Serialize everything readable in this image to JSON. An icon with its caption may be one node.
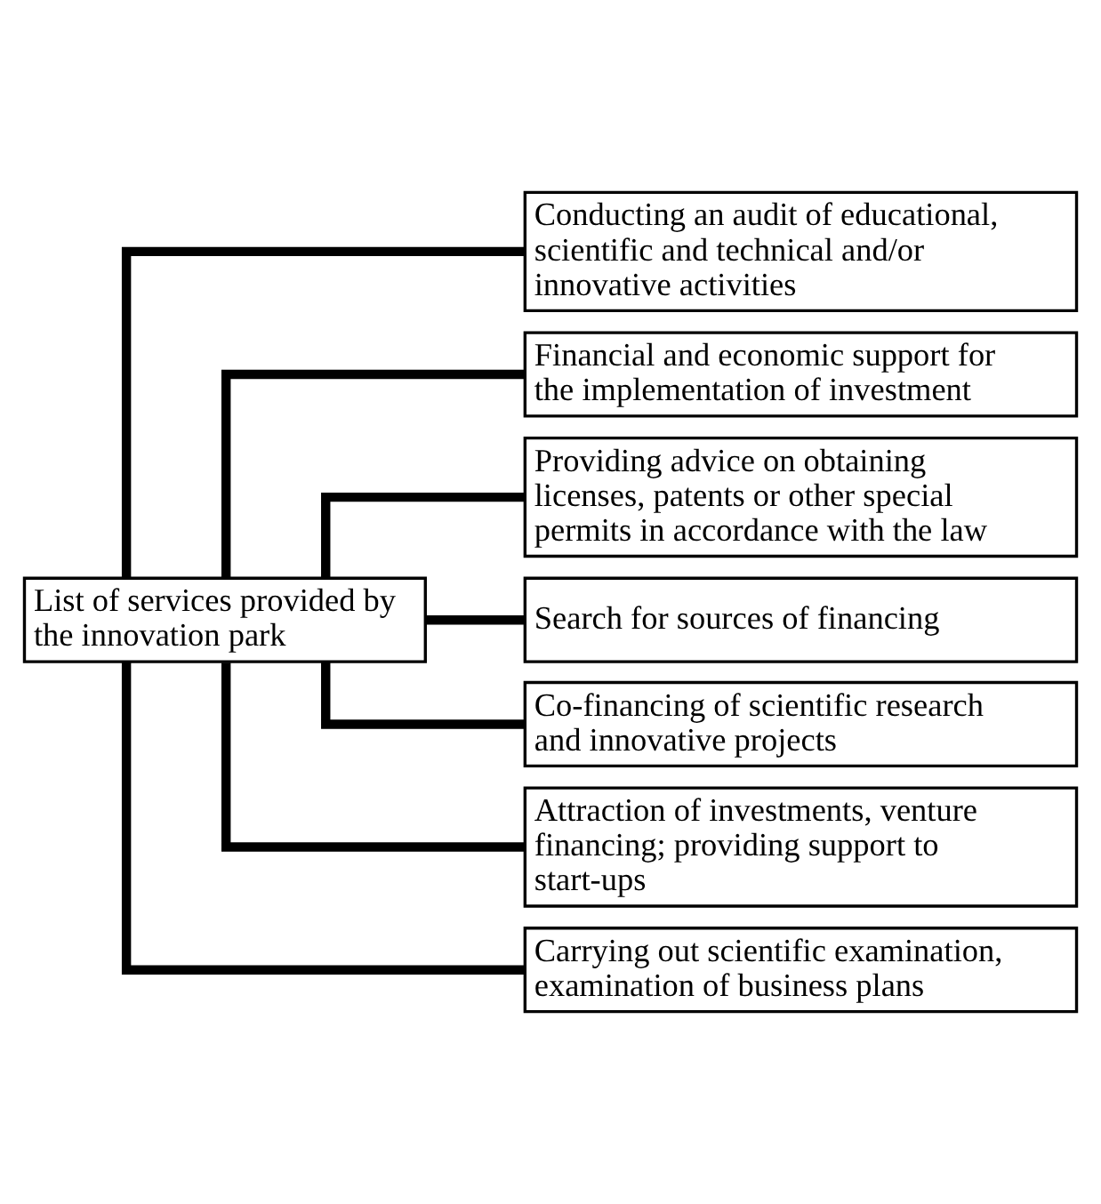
{
  "diagram": {
    "nodes": [
      {
        "text": [
          "List of services provided by the innovation park"
        ]
      },
      {
        "text": [
          "Conducting an audit of educational, scientific and technical and/or innovative activities"
        ]
      },
      {
        "text": [
          "Financial and economic support for the implementation of investment"
        ]
      },
      {
        "text": [
          "Providing advice on obtaining licenses, patents or other special permits in accordance with the law"
        ]
      },
      {
        "text": [
          "Search for sources of financing"
        ]
      },
      {
        "text": [
          "Co-financing of scientific research and innovative projects"
        ]
      },
      {
        "text": [
          "Attraction of investments, venture financing; providing support to start-ups"
        ]
      },
      {
        "text": [
          "Carrying out scientific examination, examination of business plans"
        ]
      }
    ],
    "edges": [
      {
        "from": 0,
        "to": 1,
        "arrow": "none"
      },
      {
        "from": 0,
        "to": 2,
        "arrow": "none"
      },
      {
        "from": 0,
        "to": 3,
        "arrow": "none"
      },
      {
        "from": 0,
        "to": 4,
        "arrow": "none"
      },
      {
        "from": 0,
        "to": 5,
        "arrow": "none"
      },
      {
        "from": 0,
        "to": 6,
        "arrow": "none"
      },
      {
        "from": 0,
        "to": 7,
        "arrow": "none"
      }
    ]
  }
}
